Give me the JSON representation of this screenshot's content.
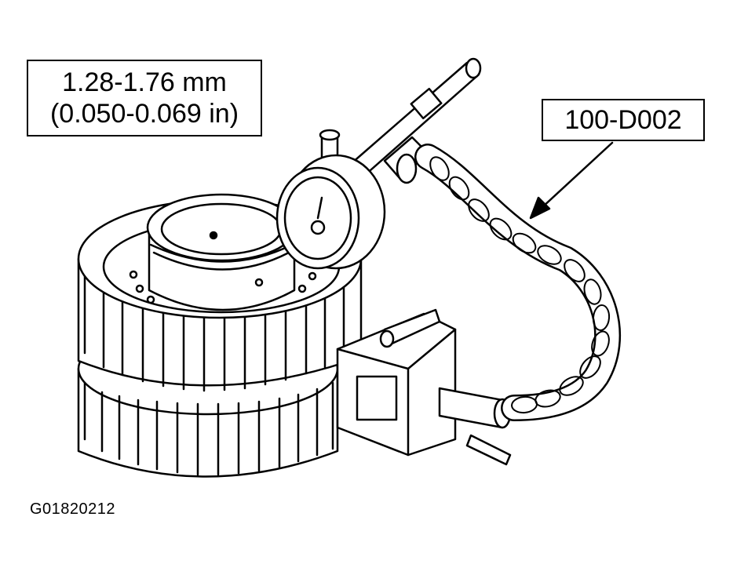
{
  "specification": {
    "metric": "1.28-1.76 mm",
    "imperial": "(0.050-0.069 in)"
  },
  "tool_label": "100-D002",
  "figure_id": "G01820212",
  "colors": {
    "line": "#000000",
    "background": "#ffffff"
  }
}
